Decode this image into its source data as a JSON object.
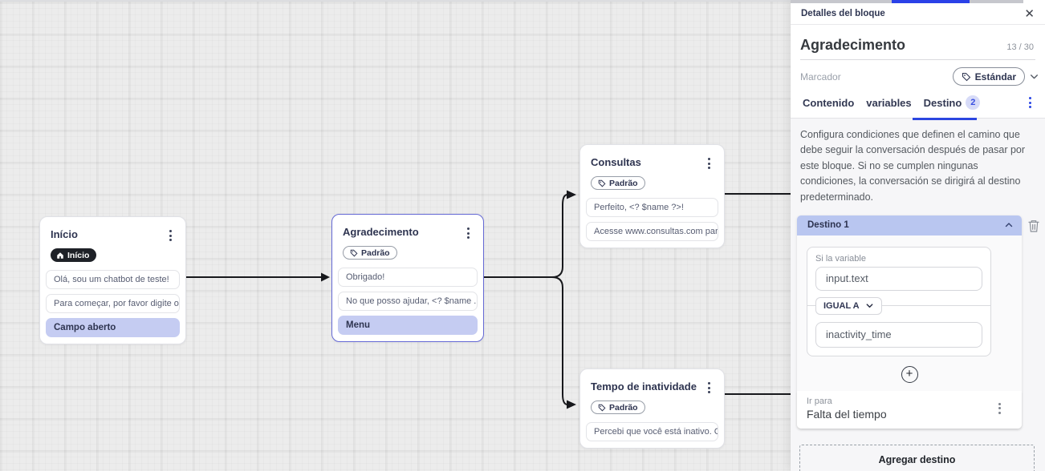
{
  "colors": {
    "accent_blue": "#2b46e0",
    "strip_blue": "#2b41e8",
    "selected_node_border": "#6569d5",
    "highlight_row_bg": "#c5ccf2",
    "destination_header_bg": "#b9c6f0",
    "dark_badge_bg": "#1e2127",
    "canvas_bg": "#ececec"
  },
  "icons": {
    "close": "✕",
    "plus": "+"
  },
  "canvas": {
    "nodes": [
      {
        "title": "Início",
        "badge": {
          "icon": "home-icon",
          "label": "Início"
        },
        "rows": [
          {
            "text": "Olá, sou um chatbot de teste!",
            "highlighted": false
          },
          {
            "text": "Para começar, por favor digite o ...",
            "highlighted": false
          },
          {
            "text": "Campo aberto",
            "highlighted": true
          }
        ]
      },
      {
        "title": "Agradecimento",
        "selected": true,
        "badge": {
          "icon": "tag-icon",
          "label": "Padrão"
        },
        "rows": [
          {
            "text": "Obrigado!",
            "highlighted": false
          },
          {
            "text": "No que posso ajudar, <? $name ...",
            "highlighted": false
          },
          {
            "text": "Menu",
            "highlighted": true
          }
        ]
      },
      {
        "title": "Consultas",
        "badge": {
          "icon": "tag-icon",
          "label": "Padrão"
        },
        "rows": [
          {
            "text": "Perfeito, <? $name ?>!",
            "highlighted": false
          },
          {
            "text": "Acesse www.consultas.com par...",
            "highlighted": false
          }
        ]
      },
      {
        "title": "Tempo de inatividade",
        "badge": {
          "icon": "tag-icon",
          "label": "Padrão"
        },
        "rows": [
          {
            "text": "Percebi que você está inativo. C...",
            "highlighted": false
          }
        ]
      }
    ]
  },
  "panel": {
    "header": {
      "title": "Detalles del bloque"
    },
    "block": {
      "name": "Agradecimento",
      "counter": "13 / 30"
    },
    "marcador": {
      "label": "Marcador",
      "chip_label": "Estándar"
    },
    "tabs": [
      {
        "label": "Contenido",
        "active": false
      },
      {
        "label": "variables",
        "active": false
      },
      {
        "label": "Destino",
        "badge": "2",
        "active": true
      }
    ],
    "description": "Configura condiciones que definen el camino que debe seguir la conversación después de pasar por este bloque. Si no se cumplen ningunas condiciones, la conversación se dirigirá al destino predeterminado.",
    "destination": {
      "header_label": "Destino 1",
      "condition": {
        "label": "Si la variable",
        "variable": "input.text",
        "operator": "IGUAL A",
        "value": "inactivity_time"
      },
      "go_to": {
        "label": "Ir para",
        "value": "Falta del tiempo"
      }
    },
    "add_button_label": "Agregar destino"
  }
}
